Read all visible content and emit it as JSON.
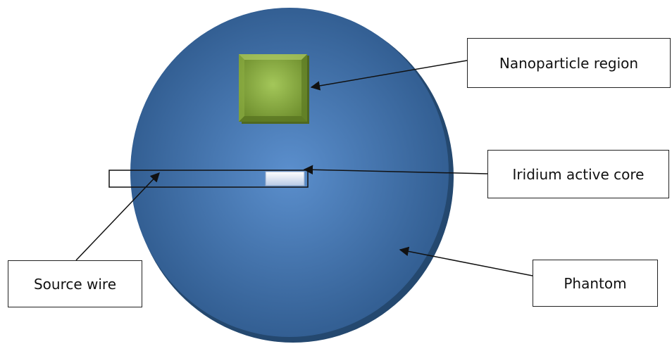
{
  "labels": {
    "nanoparticle_region": "Nanoparticle region",
    "iridium_active_core": "Iridium active core",
    "source_wire": "Source wire",
    "phantom": "Phantom"
  },
  "colors": {
    "phantom_center": "#5b8fcd",
    "phantom_edge": "#2f5a8d",
    "nanoparticle_center": "#9fc256",
    "nanoparticle_edge": "#6f8f2e",
    "core_fill": "#e6eefa",
    "line": "#111111"
  }
}
